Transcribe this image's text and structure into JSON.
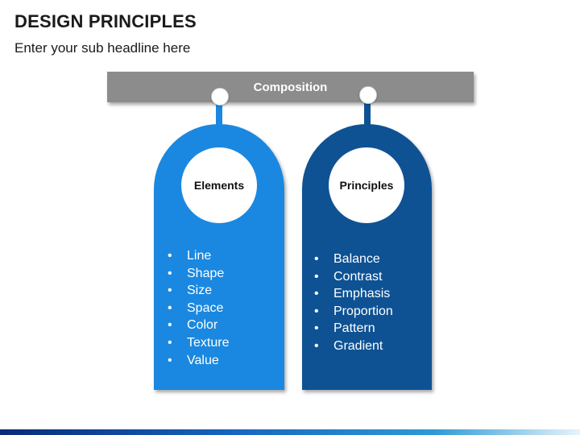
{
  "title": "DESIGN PRINCIPLES",
  "subtitle": "Enter your sub headline here",
  "composition": {
    "label": "Composition"
  },
  "cards": [
    {
      "heading": "Elements",
      "color": "#1a88e0",
      "items": [
        "Line",
        "Shape",
        "Size",
        "Space",
        "Color",
        "Texture",
        "Value"
      ]
    },
    {
      "heading": "Principles",
      "color": "#0e5294",
      "items": [
        "Balance",
        "Contrast",
        "Emphasis",
        "Proportion",
        "Pattern",
        "Gradient"
      ]
    }
  ],
  "bullet_char": "•",
  "colors": {
    "bar": "#8c8c8c",
    "elements": "#1a88e0",
    "principles": "#0e5294"
  }
}
